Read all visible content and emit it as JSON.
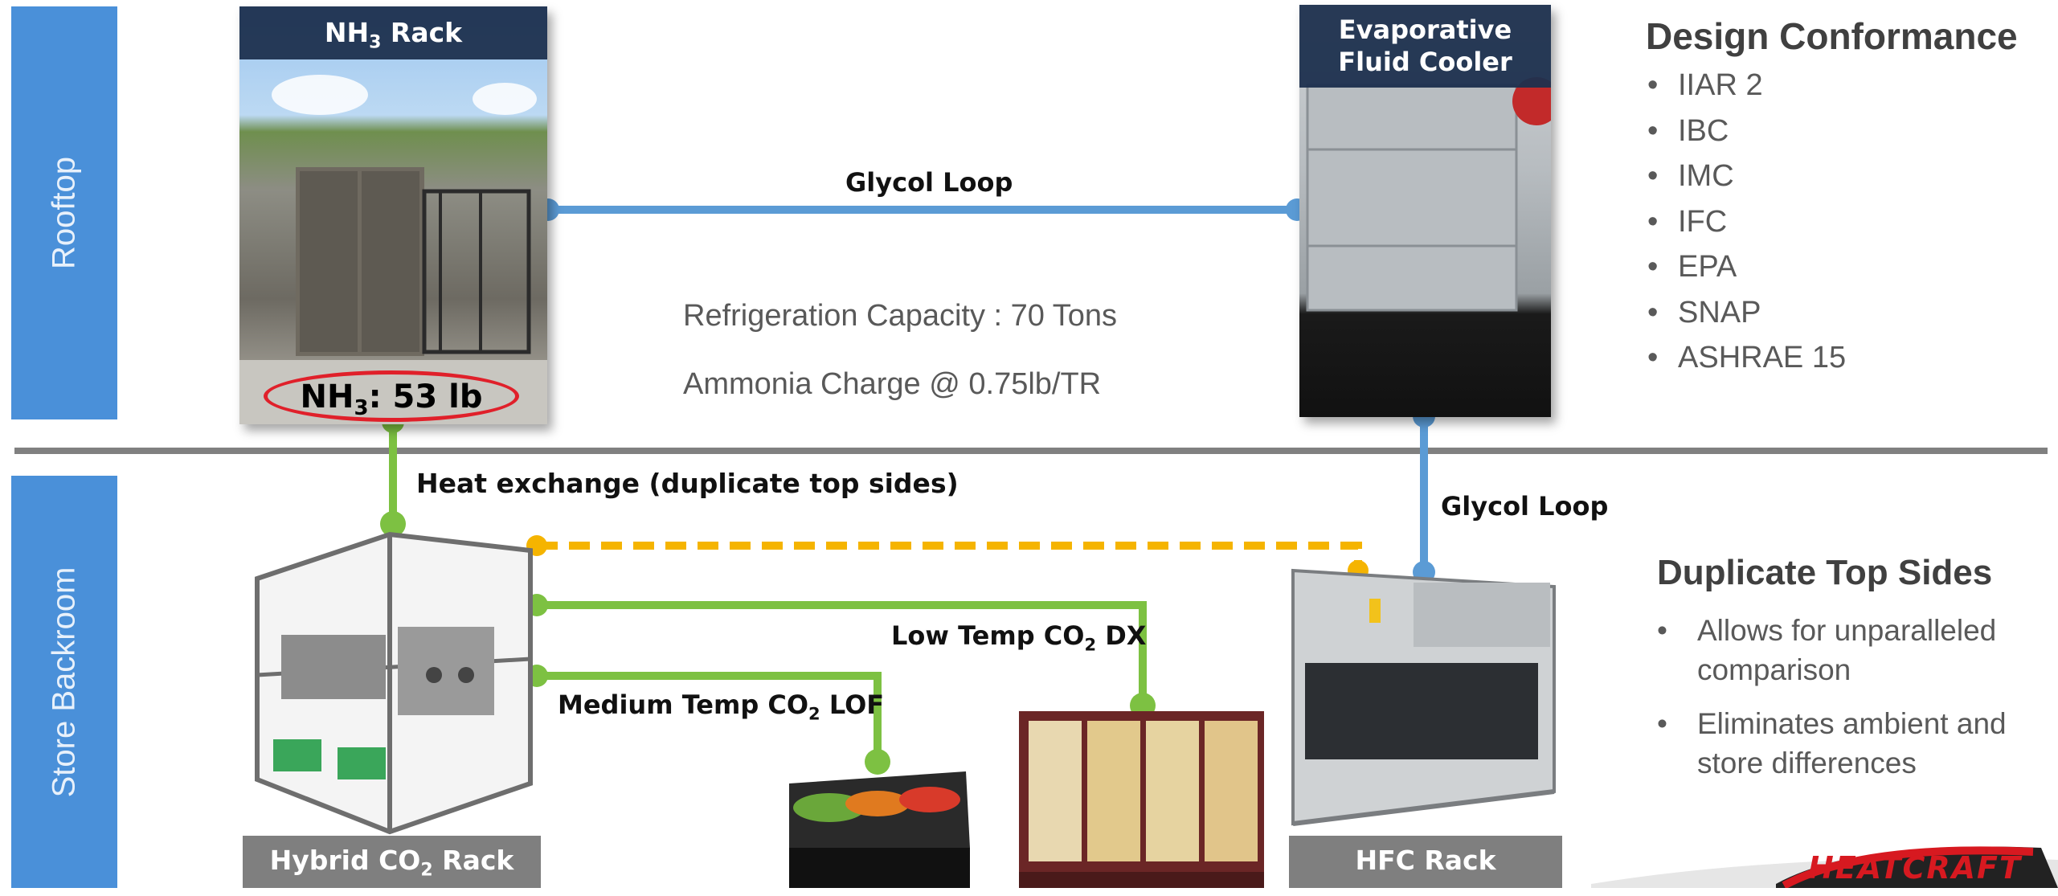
{
  "sections": {
    "rooftop": "Rooftop",
    "backroom": "Store Backroom"
  },
  "nh3_rack": {
    "caption_main": "NH",
    "caption_sub": "3",
    "caption_rest": " Rack",
    "charge_main": "NH",
    "charge_sub": "3",
    "charge_rest": ": 53 lb"
  },
  "cooler": {
    "caption_line1": "Evaporative",
    "caption_line2": "Fluid Cooler"
  },
  "loops": {
    "top": "Glycol Loop",
    "right": "Glycol Loop",
    "heat_exchange": "Heat exchange (duplicate top sides)",
    "low_temp_a": "Low Temp CO",
    "low_temp_sub": "2",
    "low_temp_b": " DX",
    "med_temp_a": "Medium Temp CO",
    "med_temp_sub": "2",
    "med_temp_b": " LOF"
  },
  "info": {
    "capacity": "Refrigeration Capacity : 70 Tons",
    "charge": "Ammonia Charge @ 0.75lb/TR"
  },
  "design": {
    "title": "Design Conformance",
    "items": [
      "IIAR 2",
      "IBC",
      "IMC",
      "IFC",
      "EPA",
      "SNAP",
      "ASHRAE 15"
    ]
  },
  "duplicate": {
    "title": "Duplicate Top Sides",
    "items": [
      [
        "Allows for unparalleled",
        "comparison"
      ],
      [
        "Eliminates ambient and",
        "store differences"
      ]
    ]
  },
  "racks": {
    "hybrid_a": "Hybrid CO",
    "hybrid_sub": "2",
    "hybrid_b": " Rack",
    "hfc": "HFC Rack"
  },
  "logo": {
    "text": "HEATCRAFT"
  },
  "colors": {
    "section_bar": "#4a90d9",
    "glycol": "#5b9bd5",
    "co2": "#7dc142",
    "hfc_loop": "#f5b400",
    "highlight": "#e0202a"
  }
}
